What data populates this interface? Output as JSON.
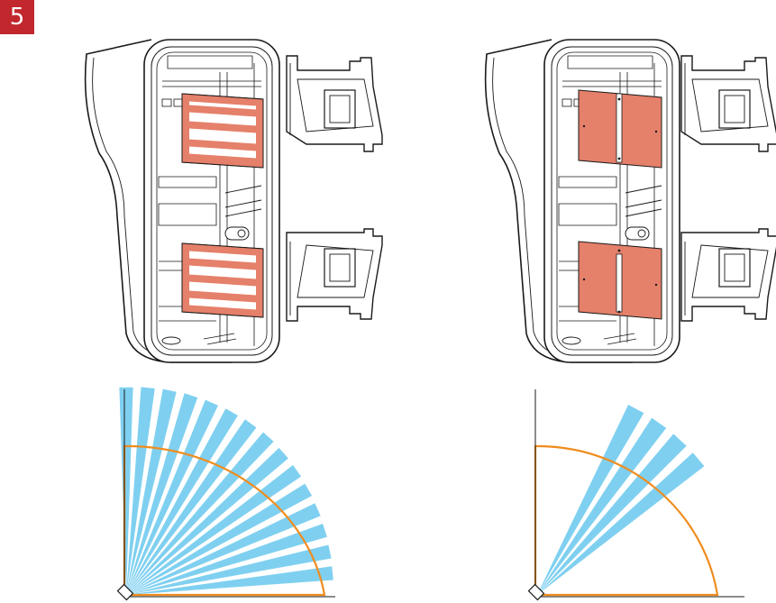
{
  "step": {
    "number": "5"
  },
  "colors": {
    "badge": "#c1272d",
    "mask": "#e5806a",
    "beam": "#7fd0f0",
    "range": "#f08c1e",
    "line": "#1a1a1a"
  },
  "panels": [
    {
      "id": "wide",
      "mask_style": "striped",
      "beam_count": 15,
      "coverage": "wide-angle"
    },
    {
      "id": "narrow",
      "mask_style": "solid-with-slit",
      "beam_count": 4,
      "coverage": "narrow-angle"
    }
  ]
}
